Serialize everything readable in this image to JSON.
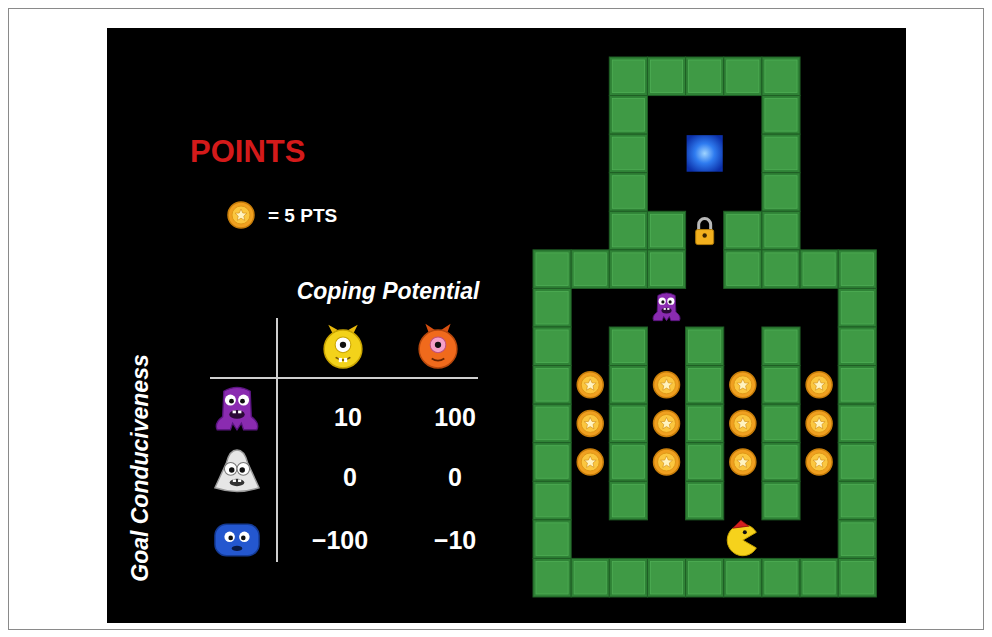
{
  "diagram": {
    "title": "POINTS",
    "labels": [
      "= 5 PTS",
      "Coping Potential",
      "Goal Conduciveness",
      "10",
      "100",
      "0",
      "0",
      "−100",
      "−10"
    ]
  }
}
